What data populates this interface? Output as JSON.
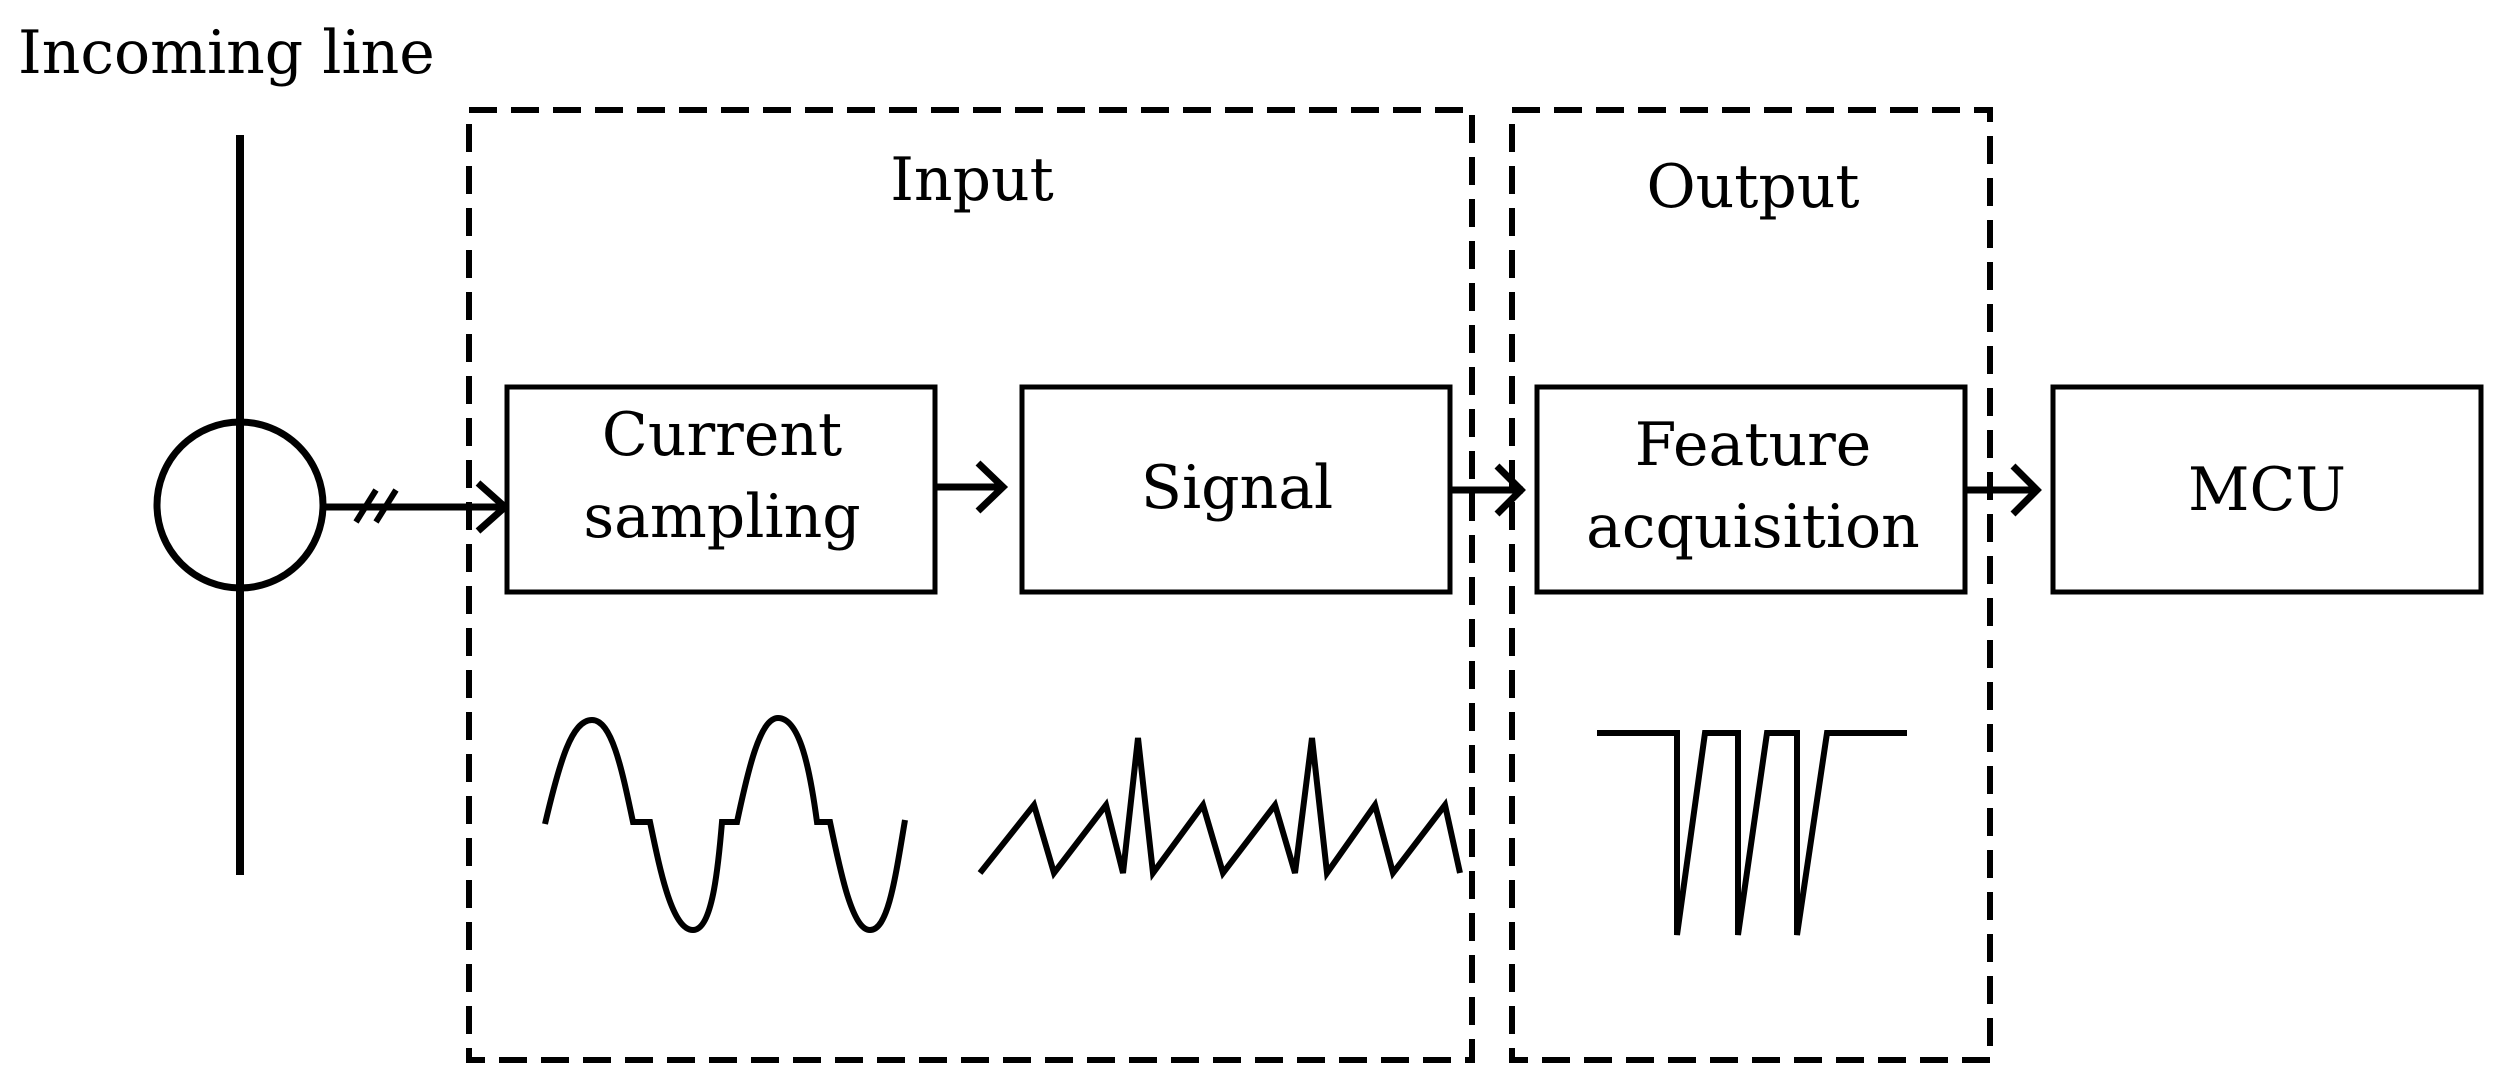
{
  "title": "Incoming line",
  "groups": {
    "input": {
      "label": "Input"
    },
    "output": {
      "label": "Output"
    }
  },
  "blocks": {
    "current_sampling": {
      "lines": [
        "Current",
        "sampling"
      ]
    },
    "signal": {
      "label": "Signal"
    },
    "feature_acquisition": {
      "lines": [
        "Feature",
        "acquisition"
      ]
    },
    "mcu": {
      "label": "MCU"
    }
  },
  "colors": {
    "stroke": "#000000",
    "background": "#ffffff"
  }
}
